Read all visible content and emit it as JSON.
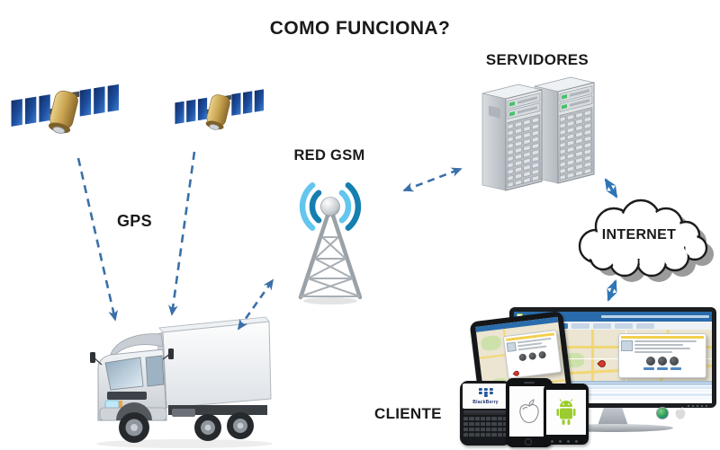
{
  "title": "COMO FUNCIONA?",
  "labels": {
    "gps": "GPS",
    "red_gsm": "RED GSM",
    "servers": "SERVIDORES",
    "internet": "INTERNET",
    "client": "CLIENTE"
  },
  "client_devices": {
    "blackberry_brand": "BlackBerry"
  },
  "icons": {
    "satellite": "satellite-icon (gold body, blue solar panels)",
    "gsm_tower": "antenna-tower-icon with blue signal waves",
    "servers": "two-server-towers-icon",
    "cloud": "internet-cloud-icon",
    "truck": "box-truck-icon",
    "monitor": "desktop-monitor-map-app-icon",
    "tablet": "tablet-map-app-icon",
    "blackberry": "blackberry-phone-icon",
    "iphone": "iphone-apple-logo-icon",
    "android_phone": "android-phone-icon"
  },
  "colors": {
    "arrow_dashed": "#3a6fa8",
    "arrow_solid": "#2e75b6",
    "signal_dark": "#157fb0",
    "signal_light": "#63c6ee",
    "satellite_panel": "#1d4e9e",
    "satellite_gold": "#c9a34f",
    "server_green_led": "#46c268",
    "android_green": "#9ccc2e",
    "blackberry_blue": "#2457a0",
    "map_land": "#ebe5d1",
    "map_road": "#f2d774",
    "map_green": "#cde2ab",
    "pin_red": "#d23b2f"
  }
}
